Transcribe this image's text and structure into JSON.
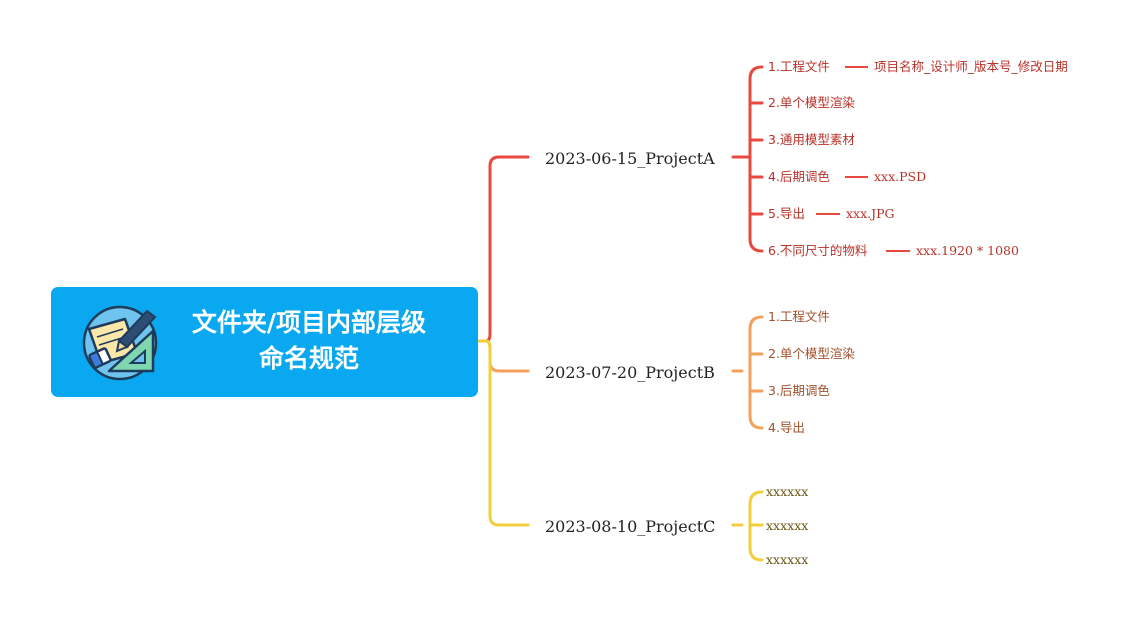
{
  "root": {
    "title_line1": "文件夹/项目内部层级",
    "title_line2": "命名规范",
    "icon": "stationery-icon"
  },
  "colors": {
    "root_bg": "#0aa8f0",
    "branch_a": "#e8483e",
    "branch_b": "#f2a25a",
    "branch_c": "#f2cf3a"
  },
  "branches": [
    {
      "label": "2023-06-15_ProjectA",
      "items": [
        {
          "label": "1.工程文件",
          "sub": "项目名称_设计师_版本号_修改日期"
        },
        {
          "label": "2.单个模型渲染"
        },
        {
          "label": "3.通用模型素材"
        },
        {
          "label": "4.后期调色",
          "sub": "xxx.PSD"
        },
        {
          "label": "5.导出",
          "sub": "xxx.JPG"
        },
        {
          "label": "6.不同尺寸的物料",
          "sub": "xxx.1920 * 1080"
        }
      ]
    },
    {
      "label": "2023-07-20_ProjectB",
      "items": [
        {
          "label": "1.工程文件"
        },
        {
          "label": "2.单个模型渲染"
        },
        {
          "label": "3.后期调色"
        },
        {
          "label": "4.导出"
        }
      ]
    },
    {
      "label": "2023-08-10_ProjectC",
      "items": [
        {
          "label": "xxxxxx"
        },
        {
          "label": "xxxxxx"
        },
        {
          "label": "xxxxxx"
        }
      ]
    }
  ]
}
